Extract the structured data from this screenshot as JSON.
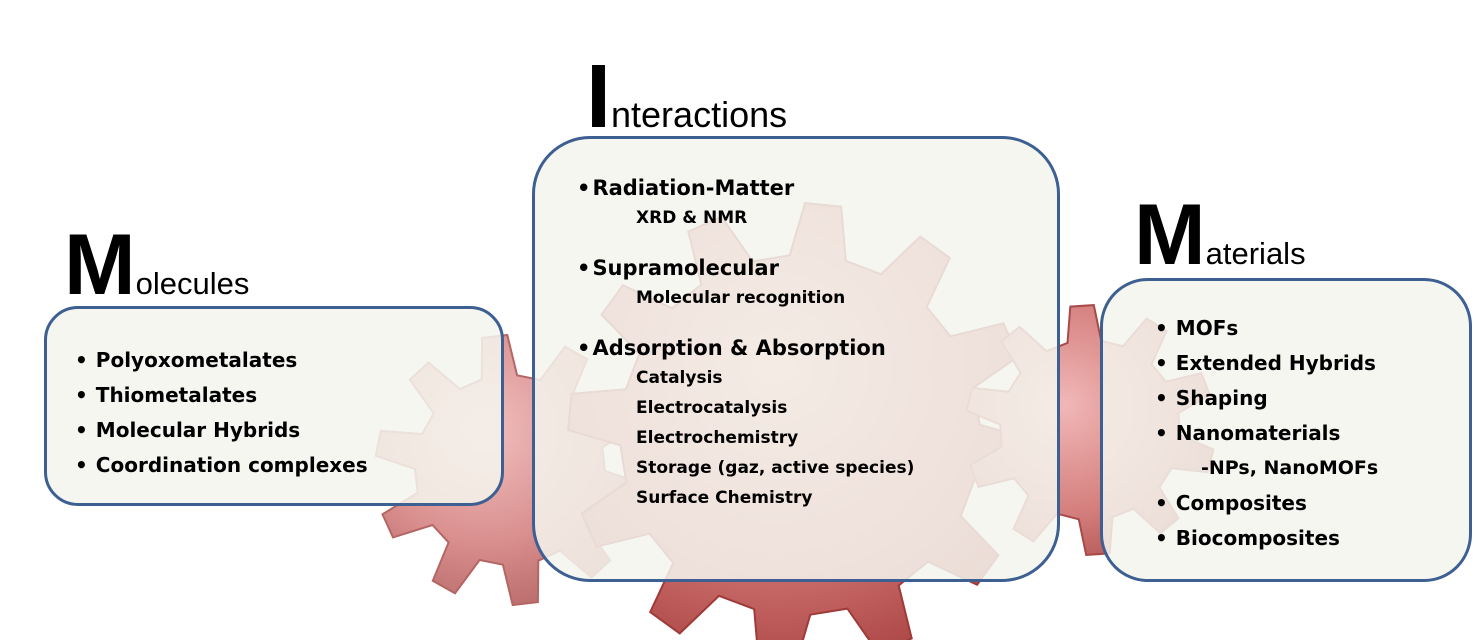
{
  "molecules": {
    "heading_initial": "M",
    "heading_rest": "olecules",
    "items": [
      "Polyoxometalates",
      "Thiometalates",
      "Molecular Hybrids",
      "Coordination complexes"
    ]
  },
  "interactions": {
    "heading_initial": "I",
    "heading_rest": "nteractions",
    "groups": [
      {
        "title": "Radiation-Matter",
        "items": [
          "XRD & NMR"
        ]
      },
      {
        "title": "Supramolecular",
        "items": [
          "Molecular recognition"
        ]
      },
      {
        "title": "Adsorption & Absorption",
        "items": [
          "Catalysis",
          "Electrocatalysis",
          "Electrochemistry",
          "Storage (gaz, active species)",
          "Surface Chemistry"
        ]
      }
    ]
  },
  "materials": {
    "heading_initial": "M",
    "heading_rest": "aterials",
    "items": [
      "MOFs",
      "Extended Hybrids",
      "Shaping",
      "Nanomaterials"
    ],
    "sub_item": "-NPs, NanoMOFs",
    "items_after": [
      "Composites",
      "Biocomposites"
    ]
  },
  "colors": {
    "gear_light": "#e7a9a9",
    "gear_mid": "#c9605f",
    "gear_dark": "#9e3a38",
    "panel_border": "#3d5f91"
  },
  "icons": [
    "gear-icon"
  ]
}
